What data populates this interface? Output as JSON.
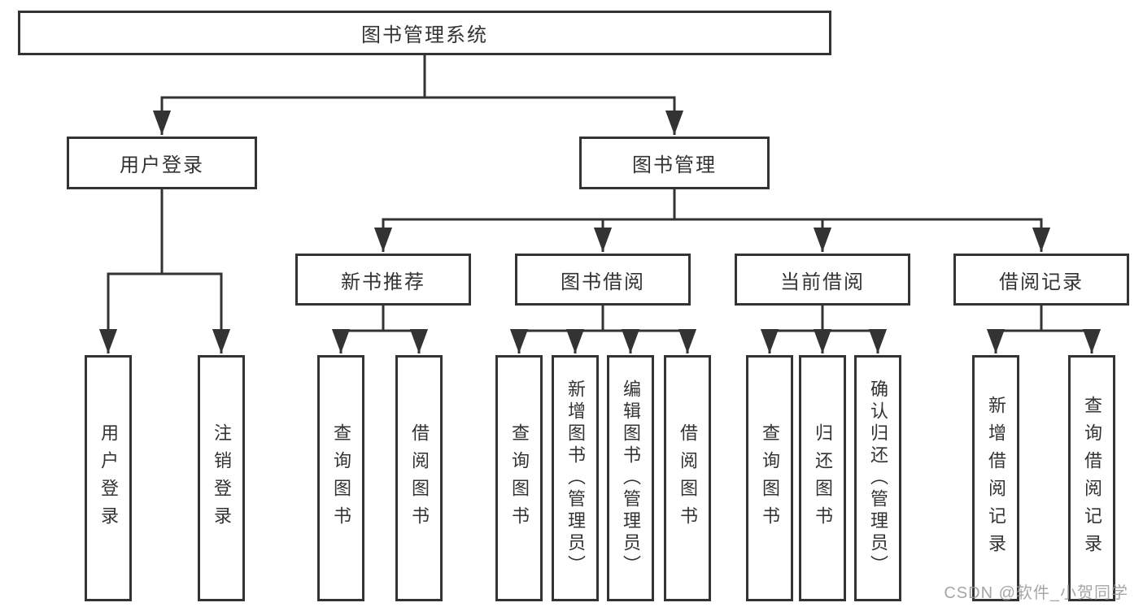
{
  "tree": {
    "root": "图书管理系统",
    "branches": [
      {
        "label": "用户登录",
        "children": [
          "用户登录",
          "注销登录"
        ]
      },
      {
        "label": "图书管理",
        "groups": [
          {
            "label": "新书推荐",
            "children": [
              "查询图书",
              "借阅图书"
            ]
          },
          {
            "label": "图书借阅",
            "children": [
              "查询图书",
              "新增图书（管理员）",
              "编辑图书（管理员）",
              "借阅图书"
            ]
          },
          {
            "label": "当前借阅",
            "children": [
              "查询图书",
              "归还图书",
              "确认归还（管理员）"
            ]
          },
          {
            "label": "借阅记录",
            "children": [
              "新增借阅记录",
              "查询借阅记录"
            ]
          }
        ]
      }
    ]
  },
  "watermark": "CSDN @软件_小贺同学",
  "colors": {
    "line": "#333333",
    "box_border": "#333333",
    "text": "#333333",
    "background": "#ffffff",
    "watermark": "#969696"
  }
}
